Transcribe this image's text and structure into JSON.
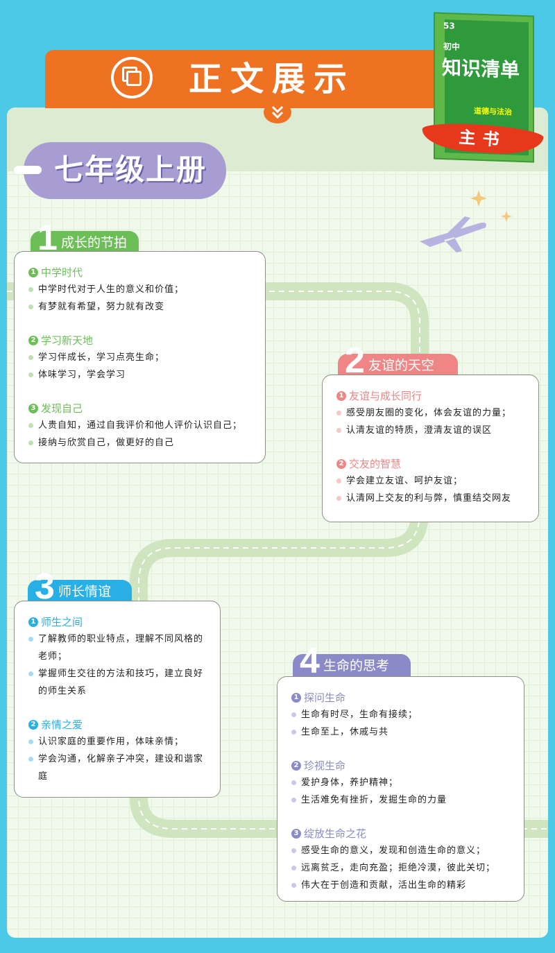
{
  "banner": {
    "title": "正文展示"
  },
  "book": {
    "brand": "53",
    "level": "初中",
    "title": "知识清单",
    "subject": "道德与法治",
    "ribbon": "主书"
  },
  "volume": "七年级上册",
  "colors": {
    "green": "#6cbf57",
    "pink": "#ef8585",
    "blue": "#27afe6",
    "purple": "#8b8ac8"
  },
  "units": [
    {
      "num": "1",
      "title": "成长的节拍",
      "sections": [
        {
          "n": "1",
          "title": "中学时代",
          "items": [
            "中学时代对于人生的意义和价值；",
            "有梦就有希望，努力就有改变"
          ]
        },
        {
          "n": "2",
          "title": "学习新天地",
          "items": [
            "学习伴成长，学习点亮生命；",
            "体味学习，学会学习"
          ]
        },
        {
          "n": "3",
          "title": "发现自己",
          "items": [
            "人贵自知，通过自我评价和他人评价认识自己；",
            "接纳与欣赏自己，做更好的自己"
          ]
        }
      ]
    },
    {
      "num": "2",
      "title": "友谊的天空",
      "sections": [
        {
          "n": "1",
          "title": "友谊与成长同行",
          "items": [
            "感受朋友圈的变化，体会友谊的力量；",
            "认清友谊的特质，澄清友谊的误区"
          ]
        },
        {
          "n": "2",
          "title": "交友的智慧",
          "items": [
            "学会建立友谊、呵护友谊；",
            "认清网上交友的利与弊，慎重结交网友"
          ]
        }
      ]
    },
    {
      "num": "3",
      "title": "师长情谊",
      "sections": [
        {
          "n": "1",
          "title": "师生之间",
          "items": [
            "了解教师的职业特点，理解不同风格的老师；",
            "掌握师生交往的方法和技巧，建立良好的师生关系"
          ]
        },
        {
          "n": "2",
          "title": "亲情之爱",
          "items": [
            "认识家庭的重要作用，体味亲情；",
            "学会沟通，化解亲子冲突，建设和谐家庭"
          ]
        }
      ]
    },
    {
      "num": "4",
      "title": "生命的思考",
      "sections": [
        {
          "n": "1",
          "title": "探问生命",
          "items": [
            "生命有时尽，生命有接续；",
            "生命至上，休戚与共"
          ]
        },
        {
          "n": "2",
          "title": "珍视生命",
          "items": [
            "爱护身体，养护精神；",
            "生活难免有挫折，发掘生命的力量"
          ]
        },
        {
          "n": "3",
          "title": "绽放生命之花",
          "items": [
            "感受生命的意义，发现和创造生命的意义；",
            "远离贫乏，走向充盈；拒绝冷漠，彼此关切；",
            "伟大在于创造和贡献，活出生命的精彩"
          ]
        }
      ]
    }
  ]
}
